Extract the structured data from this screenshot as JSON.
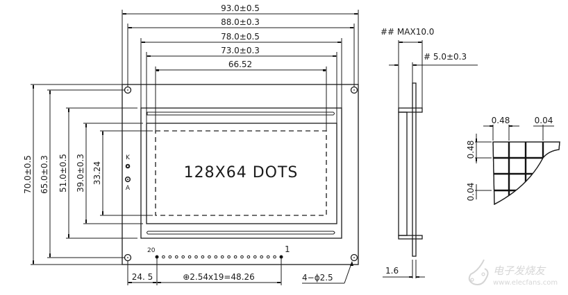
{
  "diagram": {
    "title": "128x64 graphic LCD module outline drawing",
    "display_label": "128X64 DOTS",
    "top_dimensions": [
      {
        "label": "93.0±0.5",
        "meaning": "outer PCB width"
      },
      {
        "label": "88.0±0.3",
        "meaning": "mounting hole spacing (horizontal)"
      },
      {
        "label": "78.0±0.5",
        "meaning": "bezel width"
      },
      {
        "label": "73.0±0.3",
        "meaning": "viewing area width"
      },
      {
        "label": "66.52",
        "meaning": "active area width"
      }
    ],
    "left_dimensions": [
      {
        "label": "70.0±0.5",
        "meaning": "outer PCB height"
      },
      {
        "label": "65.0±0.3",
        "meaning": "mounting hole spacing (vertical)"
      },
      {
        "label": "51.0±0.5",
        "meaning": "bezel height"
      },
      {
        "label": "39.0±0.3",
        "meaning": "viewing area height"
      },
      {
        "label": "33.24",
        "meaning": "active area height"
      }
    ],
    "backlight_pins": {
      "top": "K",
      "bottom": "A"
    },
    "connector": {
      "pin_start_label": "20",
      "pin_end_label": "1",
      "pin_count": 20,
      "pitch_label": "⊕2.54x19=48.26",
      "offset_label": "24. 5"
    },
    "mounting_holes_label": "4−ϕ2.5",
    "side_view": {
      "max_thickness_label": "## MAX10.0",
      "module_thickness_label": "# 5.0±0.3",
      "pcb_thickness_label": "1.6"
    },
    "dot_detail": {
      "dot_size_h": "0.48",
      "dot_gap_h": "0.04",
      "dot_size_v": "0.48",
      "dot_gap_v": "0.04"
    },
    "watermark": {
      "brand": "电子发烧友",
      "url": "www.elecfans.com"
    }
  }
}
